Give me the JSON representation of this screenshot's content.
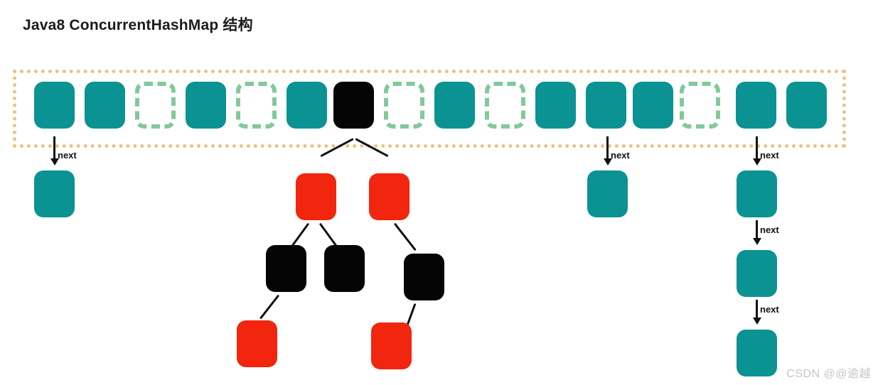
{
  "title": "Java8 ConcurrentHashMap 结构",
  "watermark": "CSDN @@逾越",
  "colors": {
    "teal": "#0b9293",
    "black": "#050505",
    "red": "#f2260f",
    "empty_border": "#82c99a",
    "container_border": "#ebc283",
    "arrow": "#121212",
    "title_text": "#1b1b1b",
    "watermark_text": "#c3c7c8",
    "background": "#ffffff"
  },
  "array": {
    "label": "hash table bucket array",
    "cell_count": 16,
    "cells": [
      {
        "index": 0,
        "state": "occupied",
        "color": "teal",
        "has_chain": true
      },
      {
        "index": 1,
        "state": "occupied",
        "color": "teal",
        "has_chain": false
      },
      {
        "index": 2,
        "state": "empty",
        "color": "none",
        "has_chain": false
      },
      {
        "index": 3,
        "state": "occupied",
        "color": "teal",
        "has_chain": false
      },
      {
        "index": 4,
        "state": "empty",
        "color": "none",
        "has_chain": false
      },
      {
        "index": 5,
        "state": "occupied",
        "color": "teal",
        "has_chain": false
      },
      {
        "index": 6,
        "state": "occupied",
        "color": "black",
        "has_chain": true
      },
      {
        "index": 7,
        "state": "empty",
        "color": "none",
        "has_chain": false
      },
      {
        "index": 8,
        "state": "occupied",
        "color": "teal",
        "has_chain": false
      },
      {
        "index": 9,
        "state": "empty",
        "color": "none",
        "has_chain": false
      },
      {
        "index": 10,
        "state": "occupied",
        "color": "teal",
        "has_chain": false
      },
      {
        "index": 11,
        "state": "occupied",
        "color": "teal",
        "has_chain": true
      },
      {
        "index": 12,
        "state": "occupied",
        "color": "teal",
        "has_chain": false
      },
      {
        "index": 13,
        "state": "empty",
        "color": "none",
        "has_chain": false
      },
      {
        "index": 14,
        "state": "occupied",
        "color": "teal",
        "has_chain": true
      },
      {
        "index": 15,
        "state": "occupied",
        "color": "teal",
        "has_chain": false
      }
    ]
  },
  "pointer_label": "next",
  "chains": [
    {
      "name": "chain-bucket-0",
      "from_cell_index": 0,
      "nodes": [
        {
          "color": "teal"
        }
      ],
      "pointer_labels": [
        "next"
      ]
    },
    {
      "name": "chain-bucket-11",
      "from_cell_index": 11,
      "nodes": [
        {
          "color": "teal"
        }
      ],
      "pointer_labels": [
        "next"
      ]
    },
    {
      "name": "chain-bucket-14",
      "from_cell_index": 14,
      "nodes": [
        {
          "color": "teal"
        },
        {
          "color": "teal"
        },
        {
          "color": "teal"
        }
      ],
      "pointer_labels": [
        "next",
        "next",
        "next"
      ]
    }
  ],
  "tree": {
    "name": "red-black-tree-bucket-6",
    "root_color": "black",
    "levels": [
      {
        "level": 1,
        "nodes": [
          {
            "color": "red"
          },
          {
            "color": "red"
          }
        ]
      },
      {
        "level": 2,
        "nodes": [
          {
            "color": "black"
          },
          {
            "color": "black"
          },
          {
            "color": "black"
          }
        ]
      },
      {
        "level": 3,
        "nodes": [
          {
            "color": "red"
          },
          {
            "color": "red"
          }
        ]
      }
    ],
    "edge_count": 7
  }
}
